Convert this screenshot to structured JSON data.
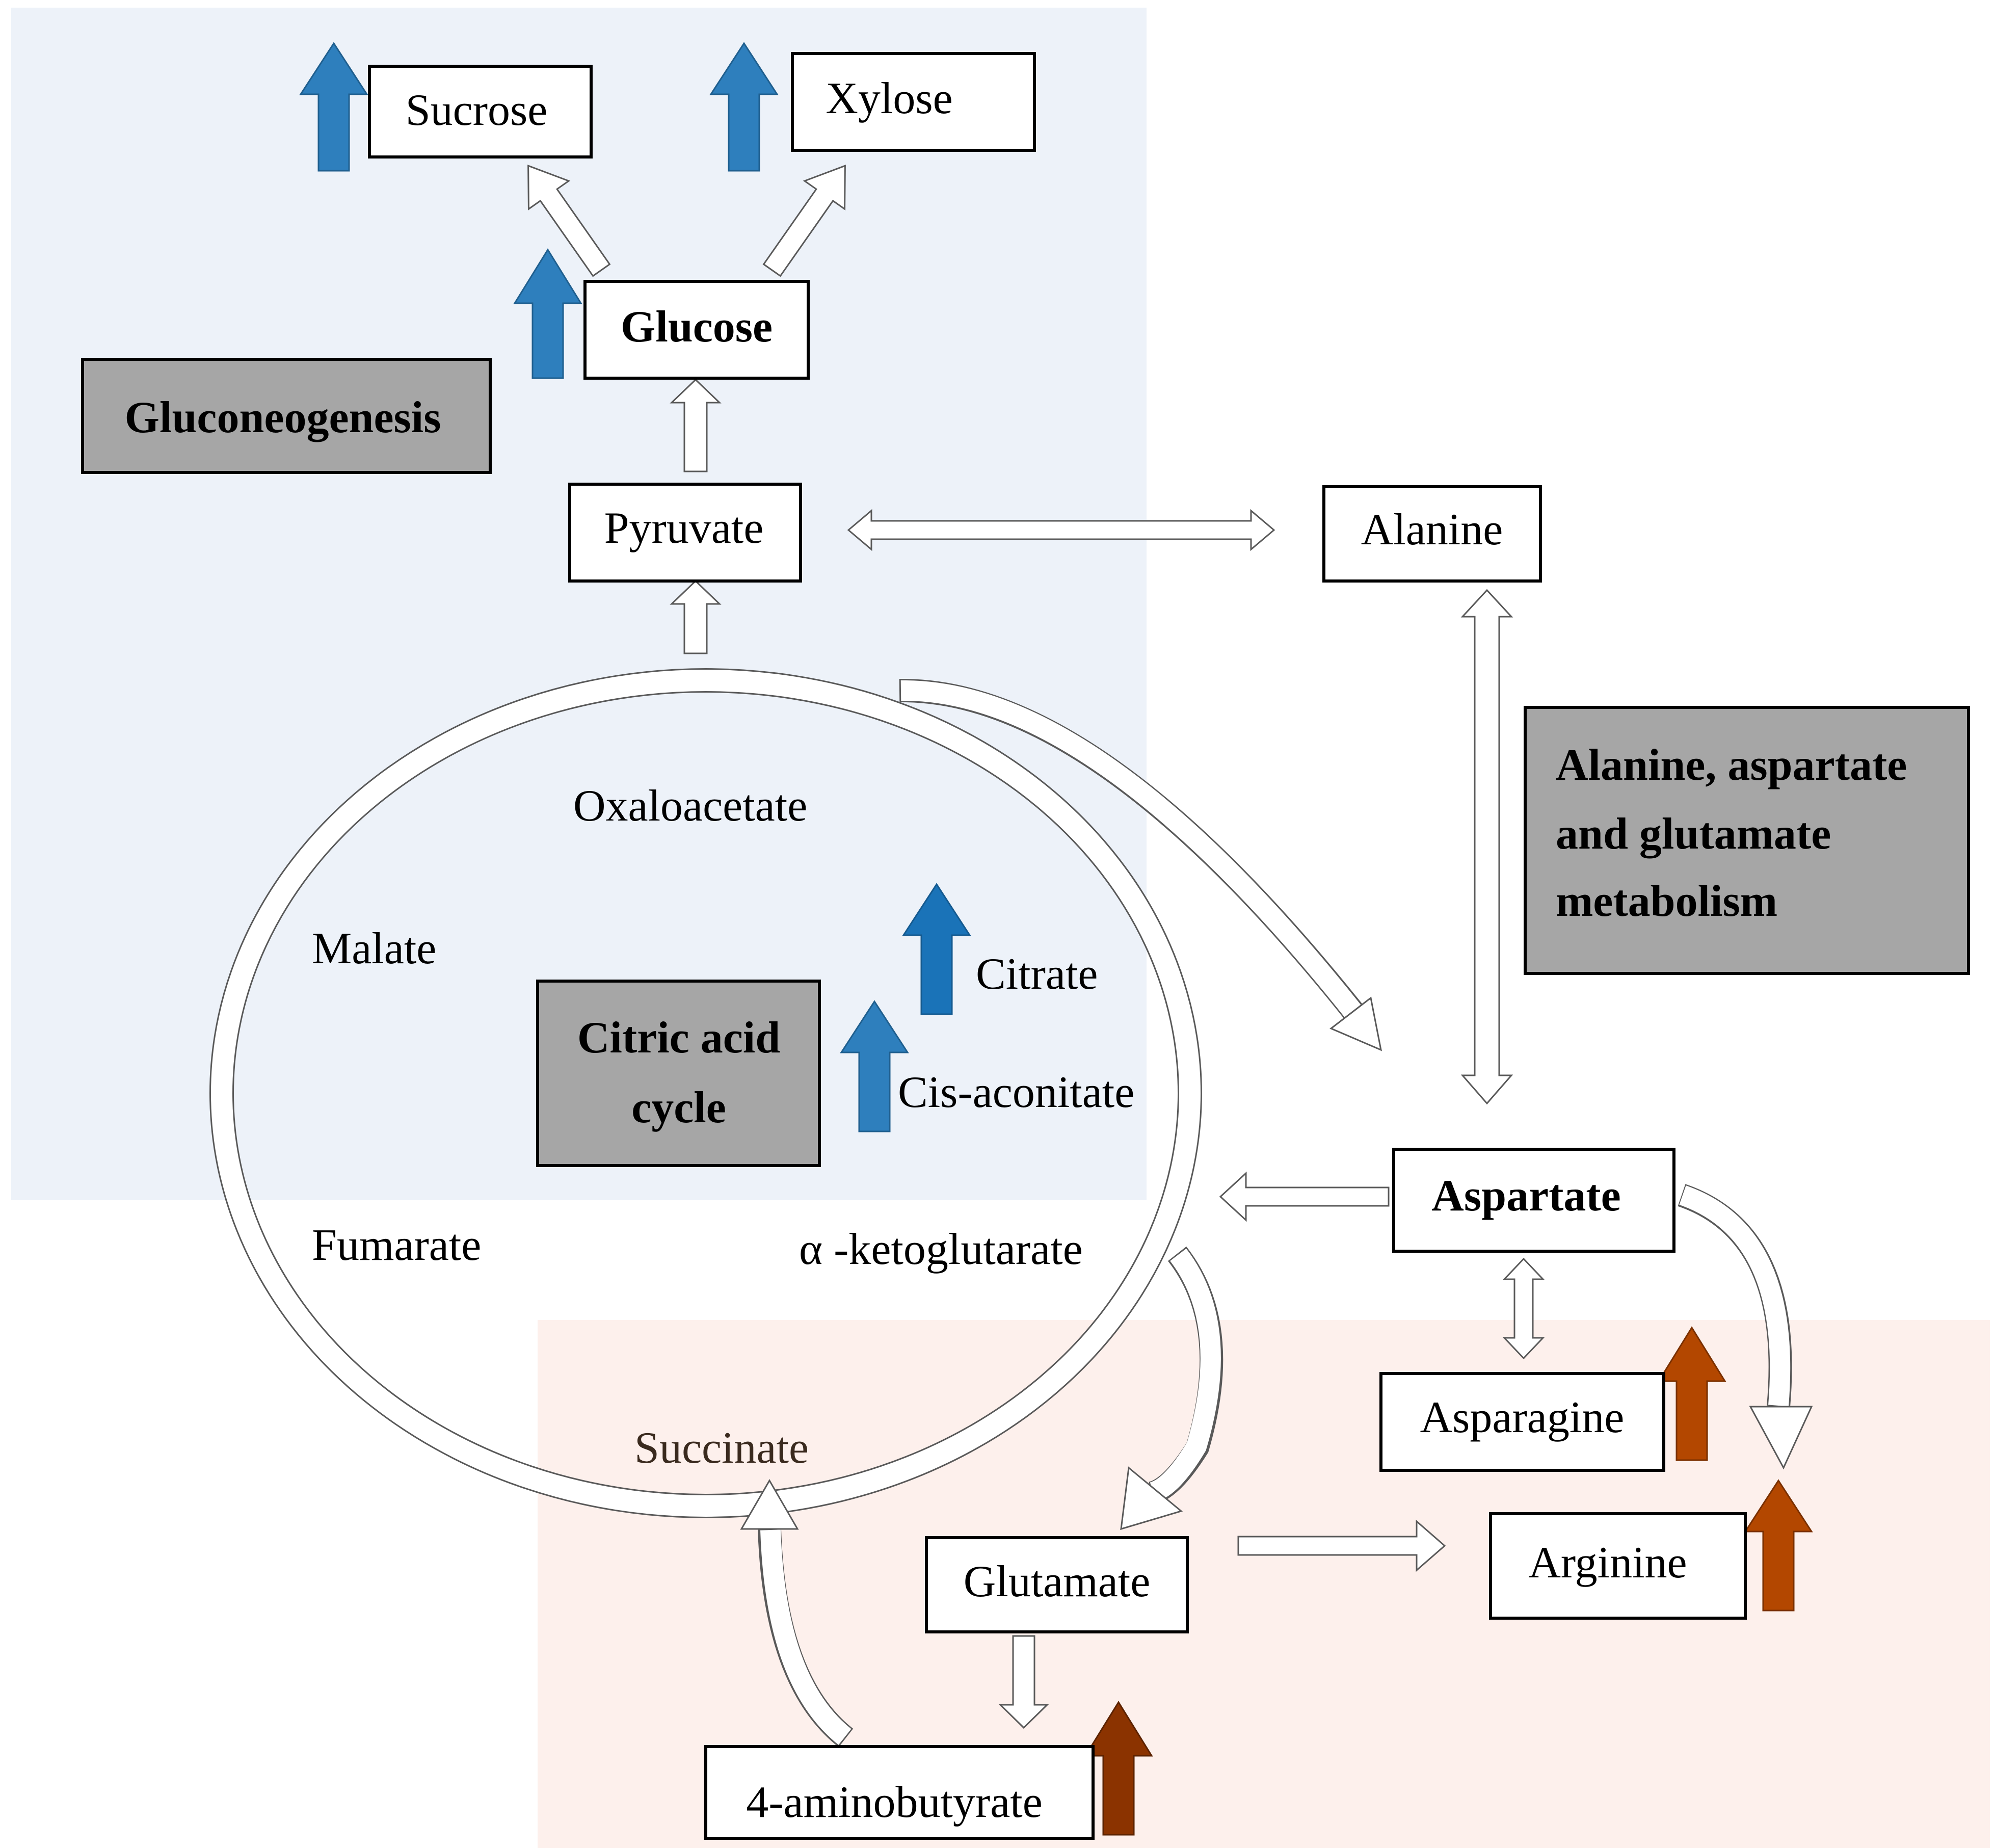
{
  "colors": {
    "gluconeogenesis_bg": "#edf2f9",
    "amino_bg": "#fdf0ec",
    "group_box": "#a6a6a6",
    "up_blue": "#2e7fbd",
    "up_blue_dark": "#1a73b8",
    "up_orange": "#b34700",
    "up_brown": "#8b3300"
  },
  "groups": {
    "gluconeogenesis": "Gluconeogenesis",
    "citric_line1": "Citric acid",
    "citric_line2": "cycle",
    "amino_line1": "Alanine, aspartate",
    "amino_line2": "and glutamate",
    "amino_line3": "metabolism"
  },
  "metabolites": {
    "sucrose": "Sucrose",
    "xylose": "Xylose",
    "glucose": "Glucose",
    "pyruvate": "Pyruvate",
    "alanine": "Alanine",
    "oxaloacetate": "Oxaloacetate",
    "malate": "Malate",
    "citrate": "Citrate",
    "cis_aconitate": "Cis-aconitate",
    "fumarate": "Fumarate",
    "ketoglutarate": "α -ketoglutarate",
    "succinate": "Succinate",
    "aspartate": "Aspartate",
    "asparagine": "Asparagine",
    "arginine": "Arginine",
    "glutamate": "Glutamate",
    "aminobutyrate": "4-aminobutyrate"
  },
  "regulation": {
    "sucrose": "up",
    "xylose": "up",
    "glucose": "up",
    "citrate": "up",
    "cis_aconitate": "up",
    "asparagine": "up",
    "arginine": "up",
    "aminobutyrate": "up"
  }
}
